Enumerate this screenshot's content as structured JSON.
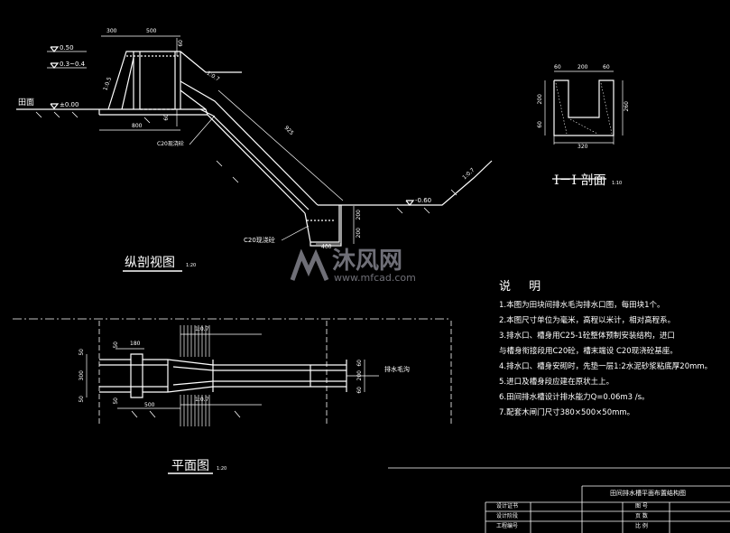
{
  "colors": {
    "background": "#000000",
    "line": "#ffffff",
    "watermark": "#b9b9c6"
  },
  "section_view": {
    "title": "纵剖视图",
    "scale": "1:20",
    "levels": [
      "0.50",
      "0.3~0.4",
      "±0.00"
    ],
    "ground_label": "田面",
    "dim_top_left": "300",
    "dim_top": "500",
    "dim_base": "800",
    "dim_small_a": "60",
    "dim_small_b": "60",
    "slope_left": "1:0.5",
    "slope_upper": "1:0.7",
    "slope_right": "1:0.7",
    "dim_chute": "925",
    "level_right": "-0.60",
    "label_concrete_a": "C20现浇砼",
    "label_concrete_b": "C20现浇砼",
    "dim_sump_h1": "200",
    "dim_sump_h2": "200",
    "dim_sump_w": "400"
  },
  "cross_section": {
    "title": "I－I 剖面",
    "scale": "1:10",
    "dim_top": [
      "60",
      "200",
      "60"
    ],
    "dim_left": [
      "200",
      "60"
    ],
    "dim_right": "260",
    "dim_bottom": "320"
  },
  "plan_view": {
    "title": "平面图",
    "scale": "1:20",
    "slope_top": "1:0.7",
    "slope_bottom": "1:0.7",
    "dim_left": [
      "50",
      "300",
      "50"
    ],
    "dim_right": [
      "60",
      "200",
      "60"
    ],
    "dim_top_a": "50",
    "dim_top_b": "180",
    "dim_bottom_a": "50",
    "dim_bottom_b": "500",
    "ditch_label": "排水毛沟"
  },
  "notes": {
    "heading": "说  明",
    "items": [
      "1.本图为田块间排水毛沟排水口图，每田块1个。",
      "2.本图尺寸单位为毫米，高程以米计，相对高程系。",
      "3.排水口、槽身用C25-1砼整体预制安装结构，进口",
      "   与槽身衔接段用C20砼，槽末端设 C20现浇砼基座。",
      "4.排水口、槽身安砌时，先垫一层1:2水泥砂浆粘底厚20mm。",
      "5.进口及槽身段应建在原状土上。",
      "6.田间排水槽设计排水能力Q=0.06m3 /s。",
      "7.配套木闸门尺寸380×500×50mm。"
    ]
  },
  "title_block": {
    "drawing_title": "田间排水槽平面布置结构图",
    "cells": [
      "设计证书",
      "图  号",
      "设计阶段",
      "页  数",
      "工程编号",
      "比  例"
    ]
  },
  "watermark": {
    "brand": "沐风网",
    "url": "www.mfcad.com"
  }
}
